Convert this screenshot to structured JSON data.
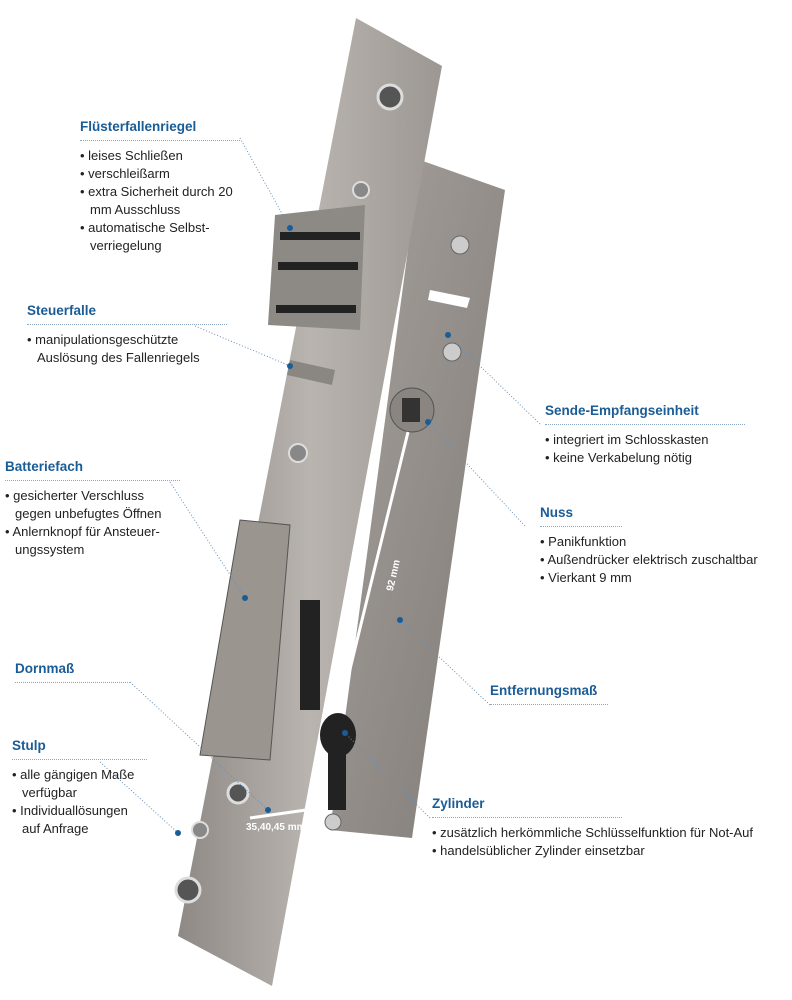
{
  "callouts": {
    "fluesterfallenriegel": {
      "title": "Flüsterfallenriegel",
      "items": [
        "leises Schließen",
        "verschleißarm",
        "extra Sicherheit durch 20 mm Ausschluss",
        "automatische Selbst-verriegelung"
      ]
    },
    "steuerfalle": {
      "title": "Steuerfalle",
      "items": [
        "manipulationsgeschützte Auslösung des Fallenriegels"
      ]
    },
    "batteriefach": {
      "title": "Batteriefach",
      "items": [
        "gesicherter Verschluss gegen unbefugtes Öffnen",
        "Anlernknopf für Ansteuer-ungssystem"
      ]
    },
    "dornmass": {
      "title": "Dornmaß"
    },
    "stulp": {
      "title": "Stulp",
      "items": [
        "alle gängigen Maße verfügbar",
        "Individuallösungen auf Anfrage"
      ]
    },
    "sende": {
      "title": "Sende-Empfangseinheit",
      "items": [
        "integriert im Schlosskasten",
        "keine Verkabelung nötig"
      ]
    },
    "nuss": {
      "title": "Nuss",
      "items": [
        "Panikfunktion",
        "Außendrücker elektrisch zuschaltbar",
        "Vierkant 9 mm"
      ]
    },
    "entfernungsmass": {
      "title": "Entfernungsmaß"
    },
    "zylinder": {
      "title": "Zylinder",
      "items": [
        "zusätzlich herkömmliche Schlüsselfunktion für Not-Auf",
        "handelsüblicher Zylinder einsetzbar"
      ]
    }
  },
  "dimensions": {
    "distance": "92 mm",
    "backset": "35,40,45 mm"
  },
  "colors": {
    "accent": "#1a5c96",
    "metal": "#a9a39e"
  }
}
